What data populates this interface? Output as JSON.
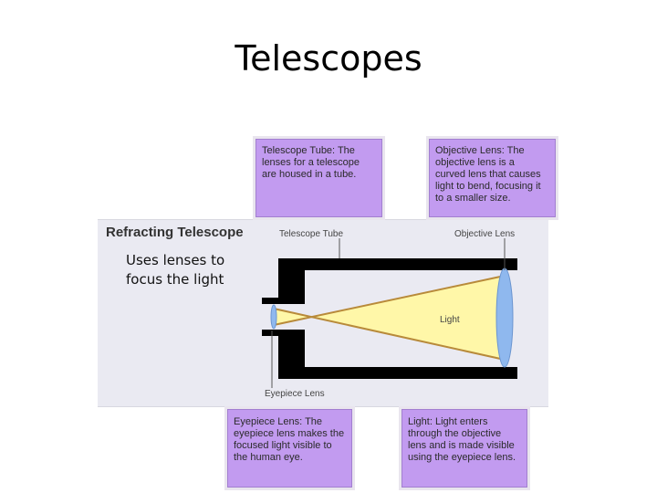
{
  "slide": {
    "title": "Telescopes",
    "caption_line1": "Uses lenses to",
    "caption_line2": "focus the light"
  },
  "diagram": {
    "title": "Refracting Telescope",
    "labels": {
      "tube": "Telescope Tube",
      "objective": "Objective Lens",
      "light": "Light",
      "eyepiece": "Eyepiece Lens"
    }
  },
  "callouts": {
    "tube": [
      "Telescope Tube: The",
      "lenses for a telescope",
      "are housed in a tube."
    ],
    "objective": [
      "Objective Lens: The",
      "objective lens is a",
      "curved lens that causes",
      "light to bend, focusing it",
      "to a smaller size."
    ],
    "eyepiece": [
      "Eyepiece Lens: The",
      "eyepiece lens makes the",
      "focused light visible to",
      "the human eye."
    ],
    "light": [
      "Light: Light enters",
      "through the objective",
      "lens and is made visible",
      "using the eyepiece lens."
    ]
  },
  "colors": {
    "callout_fill": "#c29bf0",
    "light_beam": "#fff7a8",
    "beam_edge": "#b88a3a",
    "lens": "#8fb8ee",
    "tube": "#000000"
  }
}
